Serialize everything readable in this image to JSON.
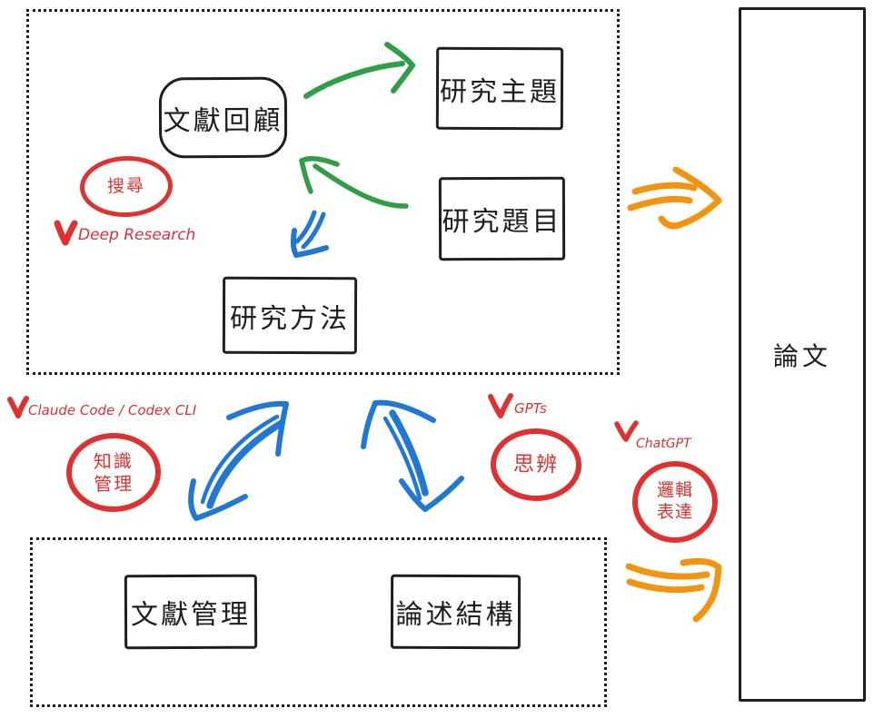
{
  "colors": {
    "ink": "#1e1e1e",
    "red": "#e03131",
    "green": "#2f9e44",
    "blue": "#2178d4",
    "orange": "#f2940f",
    "bg": "#ffffff"
  },
  "nodes": {
    "literature_review": "文獻回顧",
    "research_topic": "研究主題",
    "research_title": "研究題目",
    "research_method": "研究方法",
    "literature_management": "文獻管理",
    "argument_structure": "論述結構",
    "paper": "論文"
  },
  "annotations": {
    "search": {
      "circle": "搜尋",
      "tool": "Deep Research"
    },
    "knowledge": {
      "circle": "知識\n管理",
      "tool": "Claude Code / Codex CLI"
    },
    "critical_thinking": {
      "circle": "思辨",
      "tool": "GPTs"
    },
    "logical_expression": {
      "circle": "邏輯\n表達",
      "tool": "ChatGPT"
    }
  },
  "connectors": [
    {
      "name": "green-arrow-literature-review-to-research-topic",
      "color": "#2f9e44",
      "style": "curved-arrow"
    },
    {
      "name": "green-arrow-research-title-to-literature-review",
      "color": "#2f9e44",
      "style": "curved-arrow"
    },
    {
      "name": "blue-arrow-literature-review-to-research-method",
      "color": "#2178d4",
      "style": "double-stroke-arrow"
    },
    {
      "name": "blue-double-arrow-left-between-sections",
      "color": "#2178d4",
      "style": "bidirectional-arrow"
    },
    {
      "name": "blue-double-arrow-right-between-sections",
      "color": "#2178d4",
      "style": "bidirectional-arrow"
    },
    {
      "name": "orange-arrow-top-to-paper",
      "color": "#f2940f",
      "style": "swoosh-arrow"
    },
    {
      "name": "orange-arrow-bottom-to-paper",
      "color": "#f2940f",
      "style": "swoosh-arrow"
    }
  ]
}
